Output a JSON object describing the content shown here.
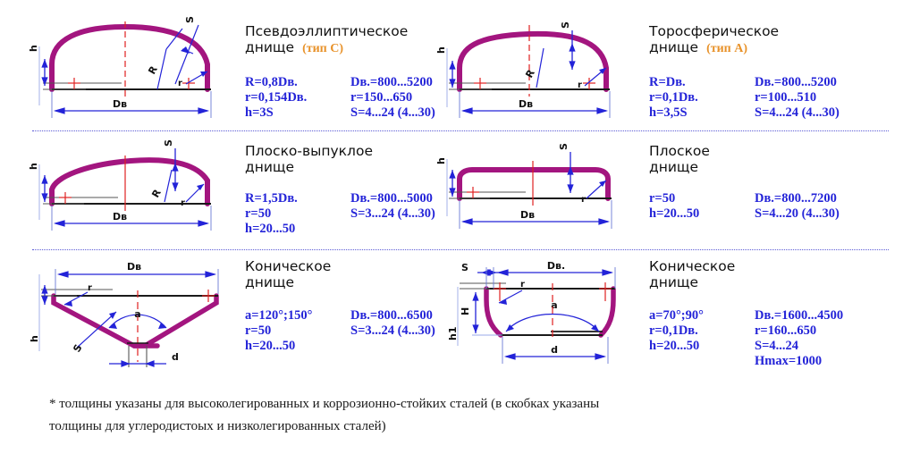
{
  "sections": [
    {
      "id": "pseudo-elliptical",
      "title": "Псевдоэллиптическое",
      "title2": "днище",
      "type_tag": "(тип C)",
      "specs_left": [
        "R=0,8Dв.",
        "r=0,154Dв.",
        "h=3S"
      ],
      "specs_right": [
        "Dв.=800...5200",
        "r=150...650",
        "S=4...24 (4...30)"
      ],
      "figure_labels": {
        "h": "h",
        "S": "S",
        "R": "R",
        "r": "r",
        "D": "Dв"
      }
    },
    {
      "id": "torospherical",
      "title": "Торосферическое",
      "title2": "днище",
      "type_tag": "(тип A)",
      "specs_left": [
        "R=Dв.",
        "r=0,1Dв.",
        "h=3,5S"
      ],
      "specs_right": [
        "Dв.=800...5200",
        "r=100...510",
        "S=4...24 (4...30)"
      ],
      "figure_labels": {
        "h": "h",
        "S": "S",
        "R": "R",
        "r": "r",
        "D": "Dв"
      }
    },
    {
      "id": "flat-convex",
      "title": "Плоско-выпуклое",
      "title2": "днище",
      "type_tag": "",
      "specs_left": [
        "R=1,5Dв.",
        "r=50",
        "h=20...50"
      ],
      "specs_right": [
        "Dв.=800...5000",
        "S=3...24 (4...30)"
      ],
      "figure_labels": {
        "h": "h",
        "S": "S",
        "R": "R",
        "r": "r",
        "D": "Dв"
      }
    },
    {
      "id": "flat",
      "title": "Плоское",
      "title2": "днище",
      "type_tag": "",
      "specs_left": [
        "r=50",
        "h=20...50"
      ],
      "specs_right": [
        "Dв.=800...7200",
        "S=4...20 (4...30)"
      ],
      "figure_labels": {
        "h": "h",
        "S": "S",
        "r": "r",
        "D": "Dв"
      }
    },
    {
      "id": "conical-wide",
      "title": "Коническое",
      "title2": "днище",
      "type_tag": "",
      "specs_left": [
        "a=120°;150°",
        "r=50",
        "h=20...50"
      ],
      "specs_right": [
        "Dв.=800...6500",
        "S=3...24 (4...30)"
      ],
      "figure_labels": {
        "h": "h",
        "S": "S",
        "r": "r",
        "D": "Dв",
        "a": "a",
        "d": "d"
      }
    },
    {
      "id": "conical-narrow",
      "title": "Коническое",
      "title2": "днище",
      "type_tag": "",
      "specs_left": [
        "a=70°;90°",
        "r=0,1Dв.",
        "h=20...50"
      ],
      "specs_right": [
        "Dв.=1600...4500",
        "r=160...650",
        "S=4...24",
        "Hmax=1000"
      ],
      "figure_labels": {
        "S": "S",
        "H": "H",
        "h1": "h1",
        "r": "r",
        "D": "Dв.",
        "a": "a",
        "d": "d"
      }
    }
  ],
  "footnote": {
    "line1": "* толщины указаны для высоколегированных и коррозионно-стойких сталей (в скобках указаны",
    "line2": "толщины для углеродистоых и низколегированных сталей)"
  },
  "colors": {
    "wall": "#A3157F",
    "centerline": "#E02020",
    "dimension": "#2323D8",
    "spec_text": "#2323D8",
    "type_tag": "#E8922A",
    "divider": "#5B5BD6",
    "title_text": "#111111"
  }
}
